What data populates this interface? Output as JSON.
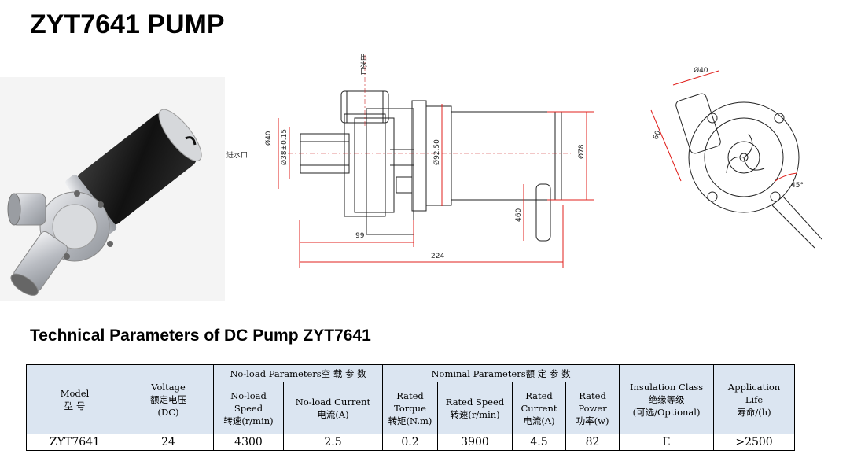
{
  "title": "ZYT7641 PUMP",
  "drawing": {
    "outlet_label": "出水口",
    "inlet_label": "进水口",
    "dim_od40": "Ø40",
    "dim_od38": "Ø38±0.15",
    "dim_d92": "Ø92.50",
    "dim_d78": "Ø78",
    "dim_99": "99",
    "dim_224": "224",
    "dim_460": "460",
    "dim_side_d40": "Ø40",
    "dim_side_60": "60",
    "dim_side_45": "45°"
  },
  "section_title": "Technical Parameters of DC Pump ZYT7641",
  "table": {
    "headers": {
      "model": "Model\n型 号",
      "voltage": "Voltage\n额定电压\n(DC)",
      "noload_group": "No-load Parameters空 载 参 数",
      "noload_speed": "No-load\nSpeed\n转速(r/min)",
      "noload_current": "No-load Current\n电流(A)",
      "nominal_group": "Nominal Parameters额  定  参  数",
      "rated_torque": "Rated\nTorque\n转矩(N.m)",
      "rated_speed": "Rated Speed\n转速(r/min)",
      "rated_current": "Rated\nCurrent\n电流(A)",
      "rated_power": "Rated\nPower\n功率(w)",
      "insulation": "Insulation Class\n绝缘等级\n(可选/Optional)",
      "life": "Application\nLife\n寿命/(h)"
    },
    "row": {
      "model": "ZYT7641",
      "voltage": "24",
      "noload_speed": "4300",
      "noload_current": "2.5",
      "rated_torque": "0.2",
      "rated_speed": "3900",
      "rated_current": "4.5",
      "rated_power": "82",
      "insulation": "E",
      "life": ">2500"
    }
  },
  "colors": {
    "header_bg": "#dbe5f1",
    "dimension_red": "#e0201c",
    "motor_black": "#1a1a1a",
    "housing_silver": "#c8cbd0"
  }
}
